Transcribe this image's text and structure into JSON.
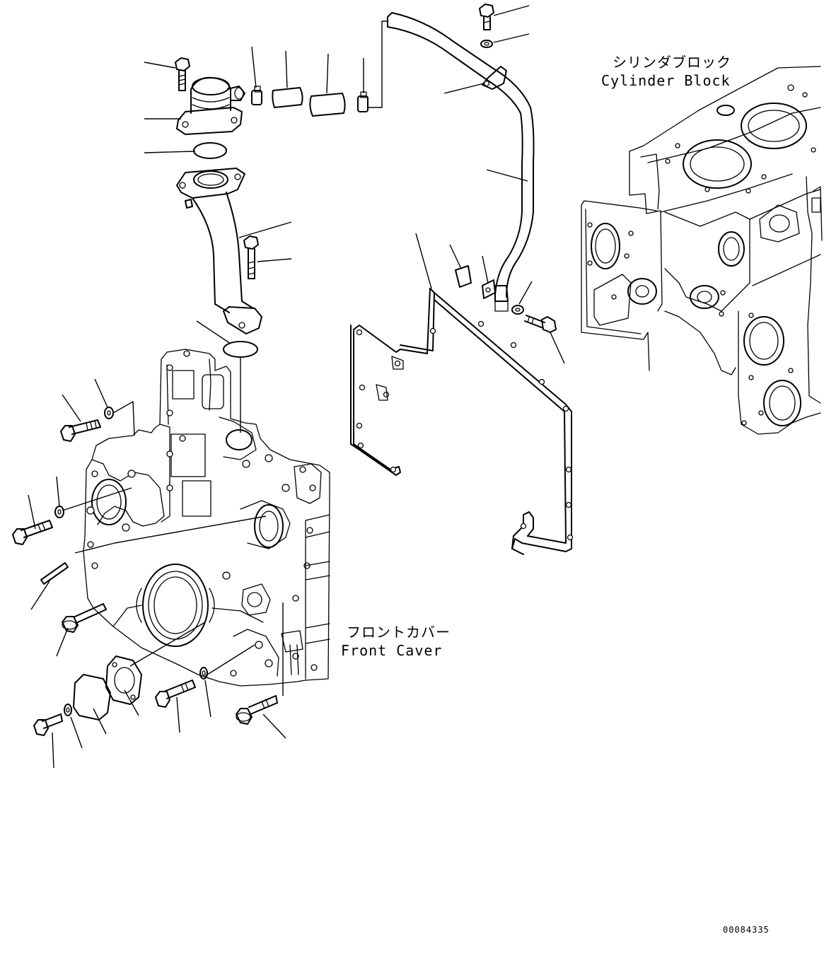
{
  "labels": {
    "cylinder_block_jp": "シリンダブロック",
    "cylinder_block_en": "Cylinder Block",
    "front_cover_jp": "フロントカバー",
    "front_cover_en": "Front Caver",
    "drawing_number": "00084335"
  }
}
